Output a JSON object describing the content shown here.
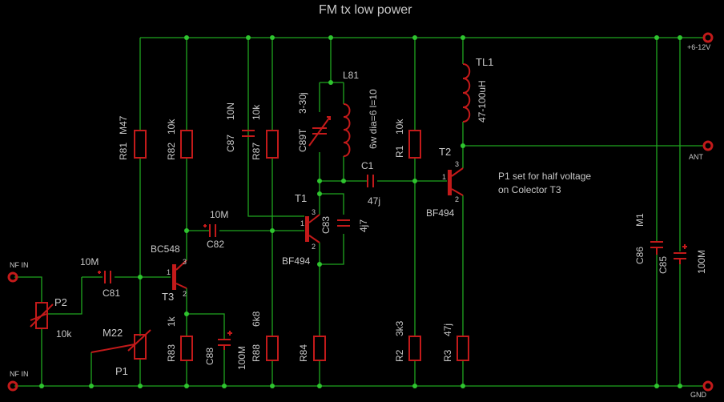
{
  "title": "FM tx low power",
  "terminals": {
    "vcc": "+6-12V",
    "ant": "ANT",
    "gnd": "GND",
    "nf_in_top": "NF IN",
    "nf_in_bottom": "NF IN"
  },
  "components": {
    "r81": {
      "name": "R81",
      "value": "M47"
    },
    "r82": {
      "name": "R82",
      "value": "10k"
    },
    "c87": {
      "name": "C87",
      "value": "10N"
    },
    "r87": {
      "name": "R87",
      "value": "10k"
    },
    "c89t": {
      "name": "C89T",
      "value": "3-30j"
    },
    "l81": {
      "name": "L81",
      "value": "6w dia=6 l=10"
    },
    "r1": {
      "name": "R1",
      "value": "10k"
    },
    "tl1": {
      "name": "TL1",
      "value": "47-100uH"
    },
    "c1": {
      "name": "C1",
      "value": "47j"
    },
    "t2": {
      "name": "T2",
      "value": "BF494"
    },
    "t1": {
      "name": "T1",
      "value": "BF494"
    },
    "c83": {
      "name": "C83",
      "value": "4j7"
    },
    "c82": {
      "name": "C82",
      "value": "10M"
    },
    "c81": {
      "name": "C81",
      "value": "10M"
    },
    "t3": {
      "name": "T3",
      "value": "BC548"
    },
    "p2": {
      "name": "P2",
      "value": "10k"
    },
    "p1": {
      "name": "P1",
      "value": "M22"
    },
    "r83": {
      "name": "R83",
      "value": "1k"
    },
    "c88": {
      "name": "C88",
      "value": "100M"
    },
    "r88": {
      "name": "R88",
      "value": "6k8"
    },
    "r84": {
      "name": "R84",
      "value": ""
    },
    "r2": {
      "name": "R2",
      "value": "3k3"
    },
    "r3": {
      "name": "R3",
      "value": "47j"
    },
    "c86": {
      "name": "C86",
      "value": "M1"
    },
    "c85": {
      "name": "C85",
      "value": "100M"
    }
  },
  "pins": {
    "one": "1",
    "two": "2",
    "three": "3"
  },
  "note": {
    "line1": "P1 set for half voltage",
    "line2": "on Colector T3"
  },
  "colors": {
    "background": "#000000",
    "wire": "#1fa51f",
    "part": "#c31a1a",
    "text": "#c8c8c8",
    "junction": "#2fc42f"
  }
}
